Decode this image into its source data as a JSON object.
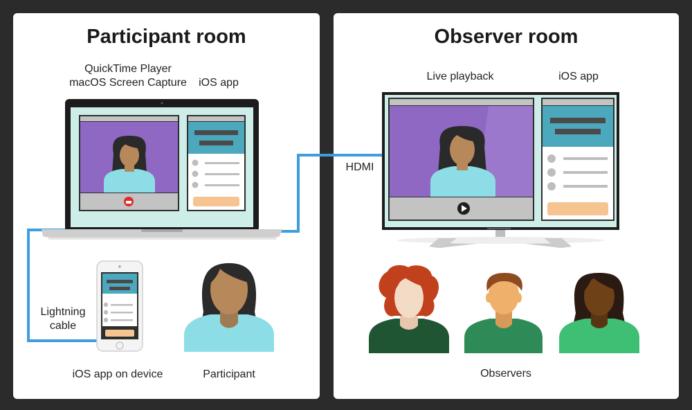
{
  "participant_room": {
    "title": "Participant room",
    "label_quicktime": "QuickTime Player",
    "label_screen_capture": "macOS Screen Capture",
    "label_ios_app": "iOS app",
    "label_lightning": "Lightning",
    "label_cable": "cable",
    "label_ios_device": "iOS app on device",
    "label_participant": "Participant"
  },
  "connection": {
    "label_hdmi": "HDMI"
  },
  "observer_room": {
    "title": "Observer room",
    "label_live_playback": "Live playback",
    "label_ios_app": "iOS app",
    "label_observers": "Observers"
  },
  "colors": {
    "background": "#2b2b2b",
    "panel": "#ffffff",
    "video_purple": "#8f68c3",
    "ios_teal": "#4ba8bd",
    "cable_blue": "#3d9de0",
    "button_orange": "#f6c491",
    "record_red": "#e02b2b",
    "shirt_cyan": "#8ddde6"
  },
  "icons": [
    "laptop-icon",
    "record-icon",
    "play-icon",
    "phone-icon",
    "tv-icon",
    "participant-avatar",
    "observer-avatar"
  ]
}
